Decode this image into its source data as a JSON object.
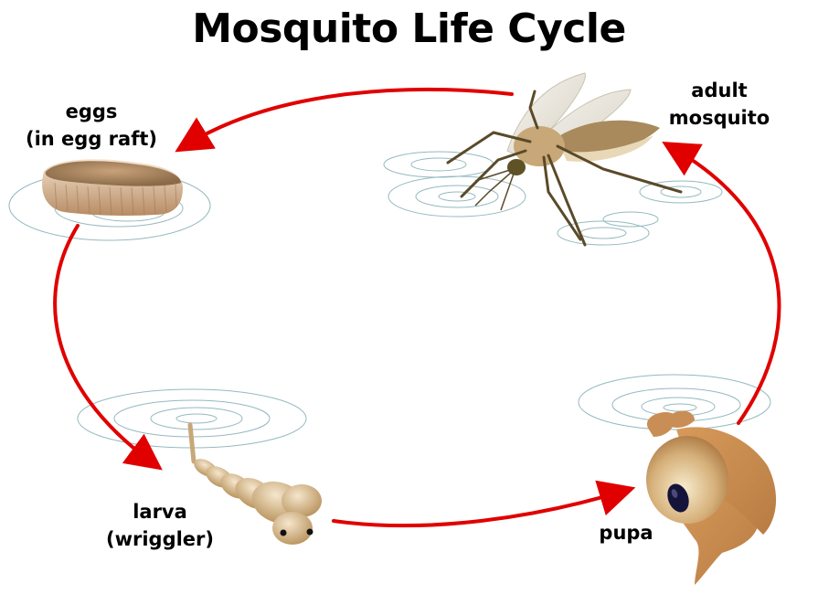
{
  "title": "Mosquito Life Cycle",
  "stages": [
    {
      "id": "eggs",
      "line1": "eggs",
      "line2": "(in egg raft)"
    },
    {
      "id": "larva",
      "line1": "larva",
      "line2": "(wriggler)"
    },
    {
      "id": "pupa",
      "line1": "pupa"
    },
    {
      "id": "adult",
      "line1": "adult",
      "line2": "mosquito"
    }
  ],
  "colors": {
    "arrow": "#e00000",
    "ripple": "#7aa8b0",
    "egg": "#d9b894",
    "larva": "#d8b988",
    "pupa": "#c98e55",
    "adult_body": "#a88a5c",
    "adult_leg": "#5a4a2a",
    "wing": "#ece9e2"
  }
}
